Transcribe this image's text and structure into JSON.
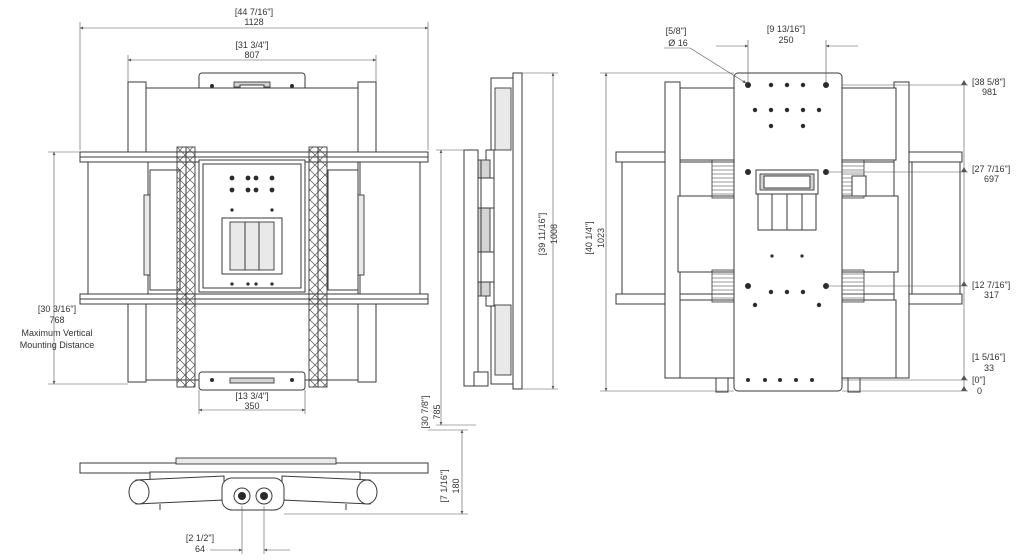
{
  "dimensions": {
    "front_width": {
      "imperial": "[44 7/16\"]",
      "metric": "1128"
    },
    "front_inner_width": {
      "imperial": "[31 3/4\"]",
      "metric": "807"
    },
    "front_bottom_width": {
      "imperial": "[13 3/4\"]",
      "metric": "350"
    },
    "front_vertical": {
      "imperial": "[30 3/16\"]",
      "metric": "768",
      "caption": [
        "Maximum Vertical",
        "Mounting Distance"
      ]
    },
    "side_height": {
      "imperial": "[39 11/16\"]",
      "metric": "1008"
    },
    "side_drop": {
      "imperial": "[30 7/8\"]",
      "metric": "785"
    },
    "back_hole": {
      "imperial": "[5/8\"]",
      "metric": "Ø 16"
    },
    "back_hole_spacing": {
      "imperial": "[9 13/16\"]",
      "metric": "250"
    },
    "back_height": {
      "imperial": "[40 1/4\"]",
      "metric": "1023"
    },
    "back_level_981": {
      "imperial": "[38 5/8\"]",
      "metric": "981"
    },
    "back_level_697": {
      "imperial": "[27 7/16\"]",
      "metric": "697"
    },
    "back_level_317": {
      "imperial": "[12 7/16\"]",
      "metric": "317"
    },
    "back_level_33": {
      "imperial": "[1 5/16\"]",
      "metric": "33"
    },
    "back_level_0": {
      "imperial": "[0\"]",
      "metric": "0"
    },
    "top_depth": {
      "imperial": "[7 1/16\"]",
      "metric": "180"
    },
    "top_offset": {
      "imperial": "[2 1/2\"]",
      "metric": "64"
    }
  },
  "colors": {
    "line": "#3a3a3a",
    "fill_light": "#e9e9e9",
    "fill_mid": "#d4d4d4",
    "background": "#ffffff"
  }
}
